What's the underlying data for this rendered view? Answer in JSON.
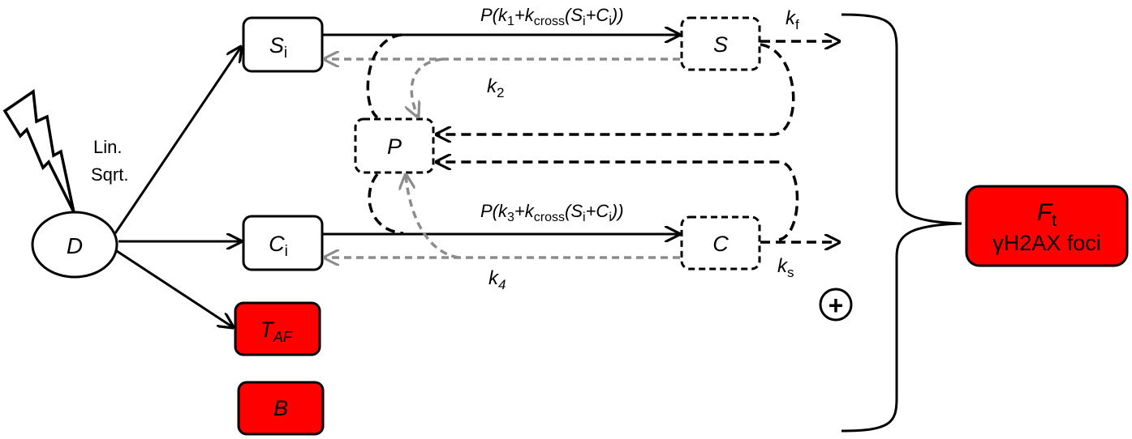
{
  "nodes": {
    "D": {
      "label": "D"
    },
    "Si": {
      "main": "S",
      "sub": "i"
    },
    "Ci": {
      "main": "C",
      "sub": "i"
    },
    "S": {
      "label": "S"
    },
    "C": {
      "label": "C"
    },
    "P": {
      "label": "P"
    },
    "TAF": {
      "main": "T",
      "sub": "AF"
    },
    "B": {
      "label": "B"
    },
    "Ft": {
      "main": "F",
      "sub": "t",
      "line2": "γH2AX foci"
    }
  },
  "labels": {
    "lin": "Lin.",
    "sqrt": "Sqrt.",
    "plus": "+",
    "rate_top": {
      "p1": "P(k",
      "s1": "1",
      "p2": "+k",
      "s2": "cross",
      "p3": "(S",
      "s3": "i",
      "p4": "+C",
      "s4": "i",
      "p5": "))"
    },
    "rate_bottom": {
      "p1": "P(k",
      "s1": "3",
      "p2": "+k",
      "s2": "cross",
      "p3": "(S",
      "s3": "i",
      "p4": "+C",
      "s4": "i",
      "p5": "))"
    },
    "k2": {
      "main": "k",
      "sub": "2"
    },
    "k4": {
      "main": "k",
      "sub": "4"
    },
    "kf": {
      "main": "k",
      "sub": "f"
    },
    "ks": {
      "main": "k",
      "sub": "s"
    }
  },
  "colors": {
    "red_box": "#ff0000",
    "gray_arrow": "#8c8c8c",
    "black": "#000000"
  }
}
